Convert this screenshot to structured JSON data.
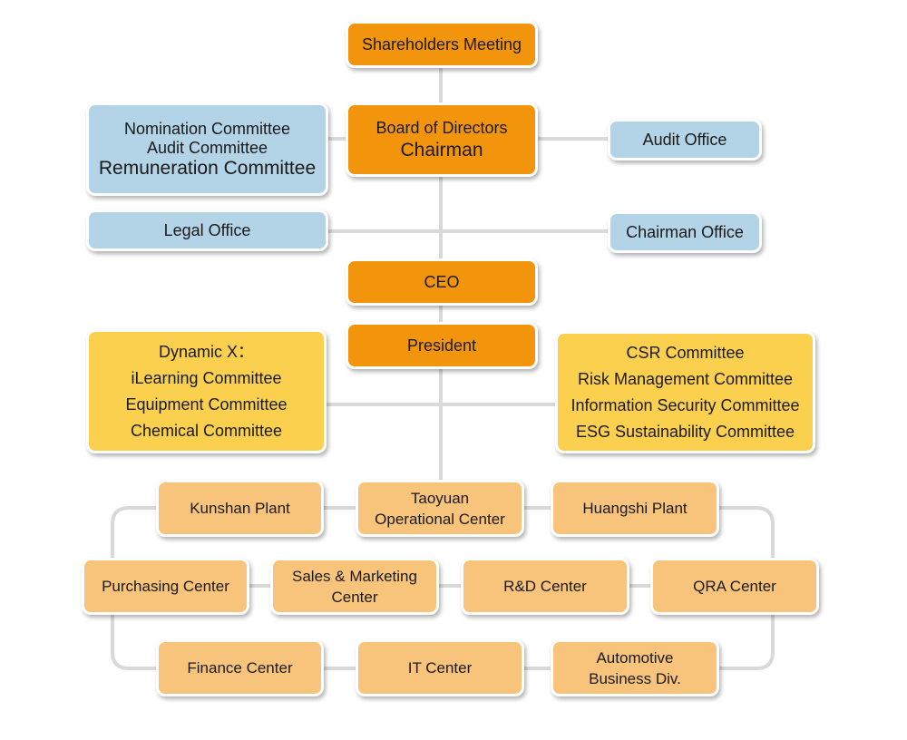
{
  "top": {
    "shareholders": "Shareholders Meeting",
    "board_line1": "Board of Directors",
    "board_line2": "Chairman",
    "committees": [
      "Nomination Committee",
      "Audit Committee",
      "Remuneration Committee"
    ],
    "audit_office": "Audit Office",
    "legal_office": "Legal Office",
    "chairman_office": "Chairman Office",
    "ceo": "CEO",
    "president": "President"
  },
  "dynamic_x": [
    "Dynamic X：",
    "iLearning Committee",
    "Equipment Committee",
    "Chemical Committee"
  ],
  "csr_group": [
    "CSR Committee",
    "Risk Management Committee",
    "Information Security Committee",
    "ESG Sustainability Committee"
  ],
  "units": {
    "kunshan": "Kunshan Plant",
    "taoyuan": [
      "Taoyuan",
      "Operational Center"
    ],
    "huangshi": "Huangshi Plant",
    "purchasing": "Purchasing Center",
    "sales": [
      "Sales & Marketing",
      "Center"
    ],
    "rd": "R&D Center",
    "qra": "QRA Center",
    "finance": "Finance Center",
    "it": "IT Center",
    "automotive": [
      "Automotive",
      "Business Div."
    ]
  },
  "colors": {
    "primary_orange": "#f2950c",
    "light_orange": "#f8c47c",
    "yellow": "#fcd04f",
    "blue": "#b3d4e7",
    "connector": "#d9d9d9"
  }
}
